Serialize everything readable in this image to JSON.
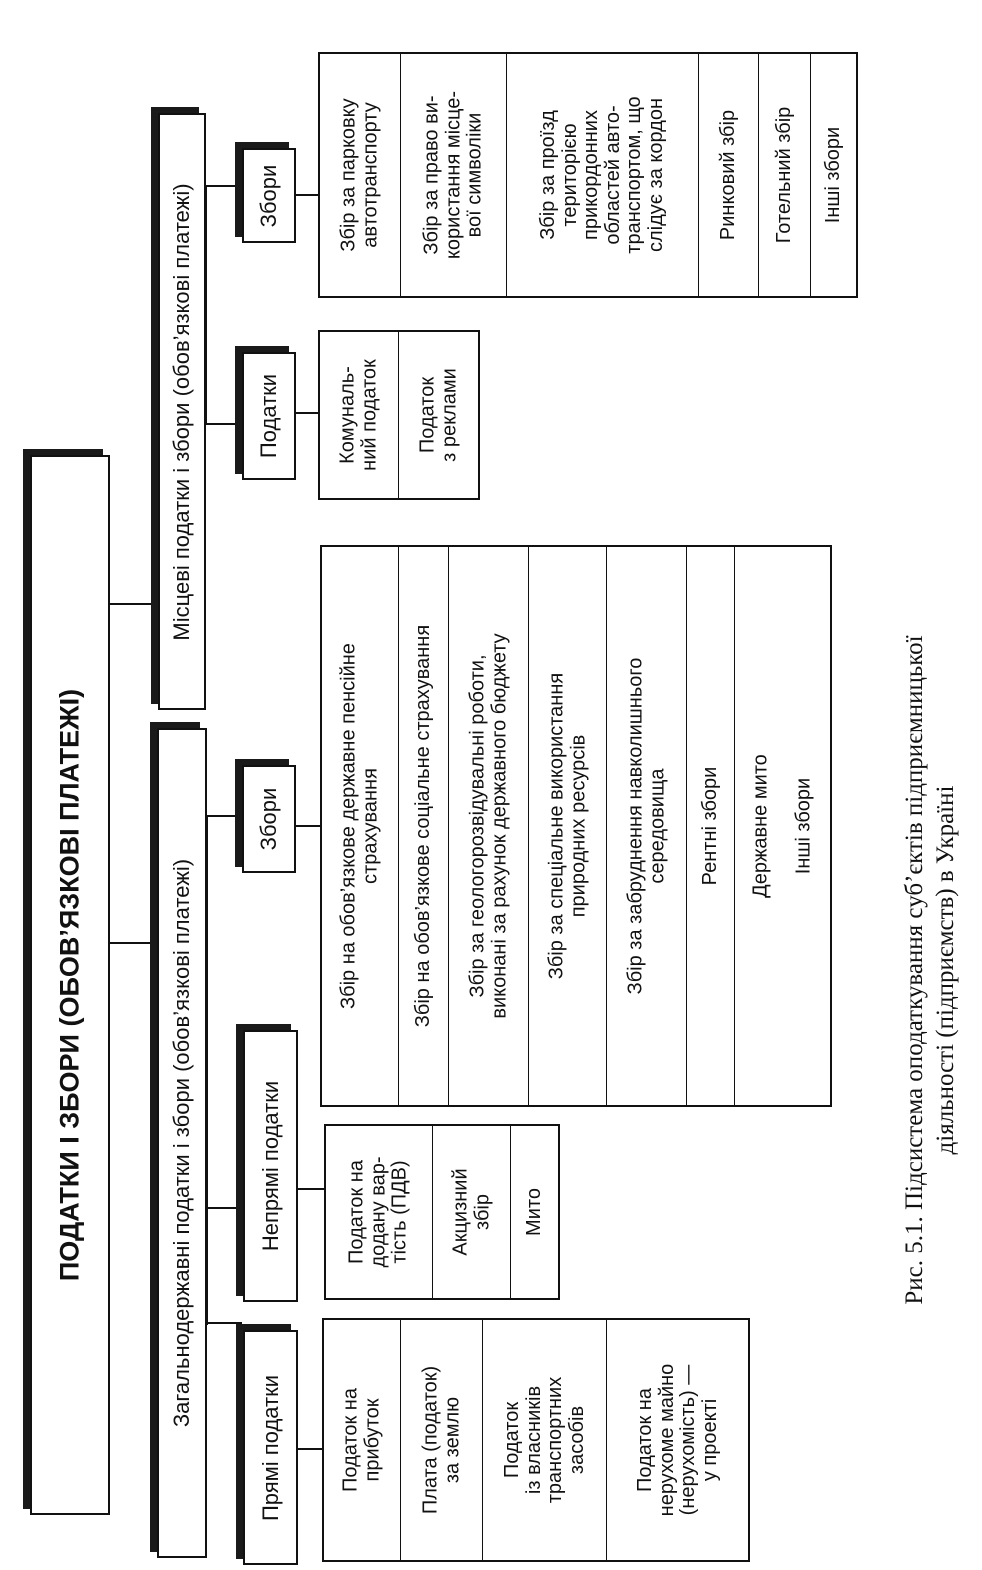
{
  "root": {
    "title": "ПОДАТКИ І ЗБОРИ (ОБОВ’ЯЗКОВІ ПЛАТЕЖІ)"
  },
  "national": {
    "title": "Загальнодержавні податки і збори (обов’язкові платежі)",
    "direct": {
      "title": "Прямі податки",
      "items": [
        "Податок на\nприбуток",
        "Плата (податок)\nза землю",
        "Податок\nіз власників\nтранспортних\nзасобів",
        "Податок на\nнерухоме майно\n(нерухомість) —\nу проекті"
      ]
    },
    "indirect": {
      "title": "Непрямі податки",
      "items": [
        "Податок на\nдодану вар-\nтість (ПДВ)",
        "Акцизний\nзбір",
        "Мито"
      ]
    },
    "fees": {
      "title": "Збори",
      "items": [
        "Збір на обов’язкове державне пенсійне\nстрахування",
        "Збір на обов’язкове соціальне страхування",
        "Збір за геологорозвідувальні роботи,\nвиконані за рахунок державного бюджету",
        "Збір за спеціальне використання\nприродних ресурсів",
        "Збір за забруднення навколишнього\nсередовища",
        "Рентні збори",
        "Державне мито\n\nІнші збори"
      ]
    }
  },
  "local": {
    "title": "Місцеві податки і збори (обов’язкові платежі)",
    "taxes": {
      "title": "Податки",
      "items": [
        "Комуналь-\nний податок",
        "Податок\nз реклами"
      ]
    },
    "fees": {
      "title": "Збори",
      "items": [
        "Збір за парковку\nавтотранспорту",
        "Збір за право ви-\nкористання місце-\nвої символіки",
        "Збір за проїзд\nтериторією\nприкордонних\nобластей авто-\nтранспортом, що\nслідує за кордон",
        "Ринковий збір",
        "Готельний збір",
        "Інші збори"
      ]
    }
  },
  "caption": "Рис. 5.1. Підсистема оподаткування суб’єктів підприємницької\nдіяльності (підприємств) в Україні"
}
